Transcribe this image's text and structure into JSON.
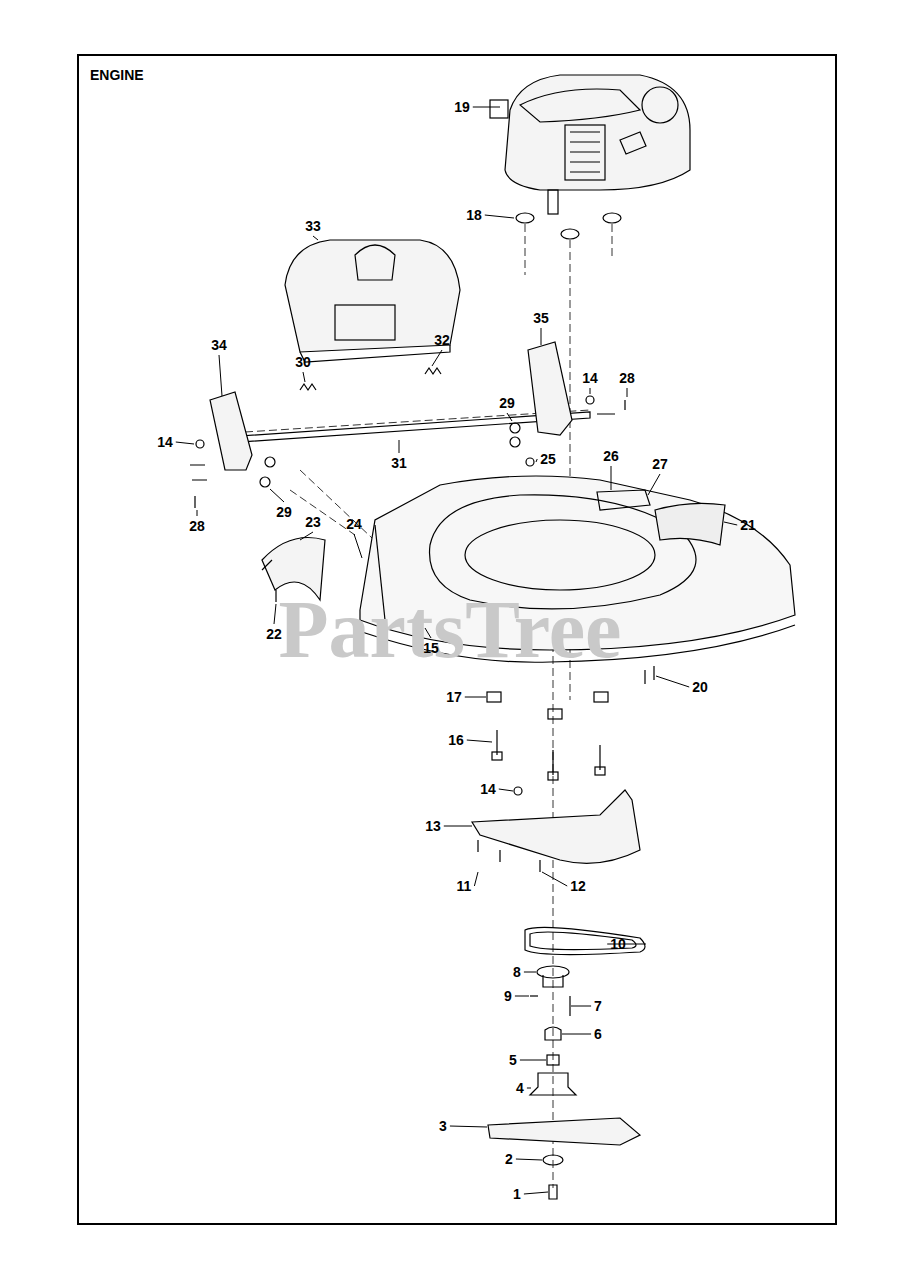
{
  "diagram": {
    "title": "ENGINE",
    "labels": [
      "19",
      "18",
      "33",
      "35",
      "32",
      "34",
      "14",
      "30",
      "28",
      "29",
      "31",
      "14",
      "25",
      "26",
      "27",
      "21",
      "28",
      "29",
      "23",
      "24",
      "22",
      "15",
      "20",
      "17",
      "16",
      "14",
      "13",
      "11",
      "12",
      "10",
      "8",
      "9",
      "7",
      "6",
      "5",
      "4",
      "3",
      "2",
      "1",
      "PartsTree"
    ]
  }
}
